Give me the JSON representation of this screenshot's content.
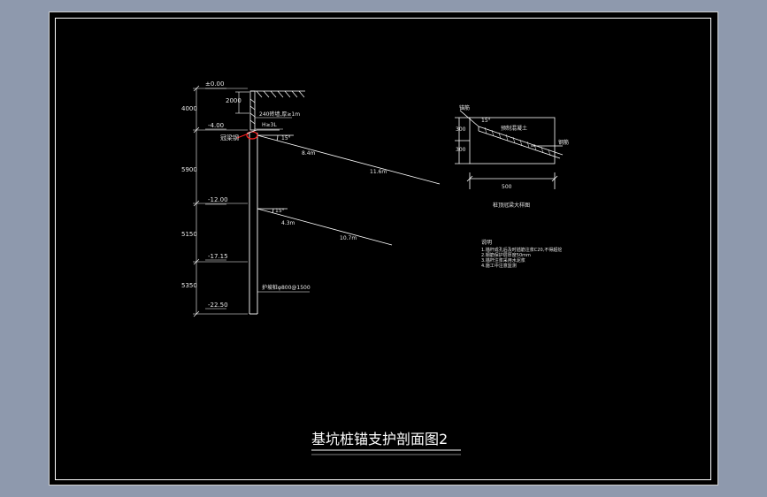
{
  "drawing": {
    "title": "基坑桩锚支护剖面图2",
    "elevations": [
      "±0.00",
      "-4.00",
      "-12.00",
      "-17.15",
      "-22.50"
    ],
    "depth_dims": [
      "4000",
      "5900",
      "5150",
      "5350"
    ],
    "top_dim": "2000",
    "wall_note_1": "240砖墙,厚≥1m",
    "wall_note_2": "H≥3L",
    "beam_label": "冠梁钢",
    "anchor_1": {
      "angle": "15°",
      "free_len": "8.4m",
      "total_len": "11.6m"
    },
    "anchor_2": {
      "angle": "15°",
      "free_len": "4.3m",
      "total_len": "10.7m"
    },
    "pile_label": "护坡桩φ800@1500",
    "detail": {
      "label_top": "锚筋",
      "label_right": "钢筋",
      "label_mid": "预制混凝土",
      "angle": "15°",
      "dim_1": "300",
      "dim_2": "300",
      "bottom_dim": "500",
      "caption": "桩顶冠梁大样图"
    },
    "notes_title": "说明",
    "notes": [
      "1.锚杆成孔后及时插筋注浆C20,不得超挖",
      "2.钢筋保护层厚度50mm",
      "3.锚杆注浆采用水泥浆",
      "4.施工中注意监测"
    ]
  },
  "colors": {
    "outer_bg": "#8e99ad",
    "canvas": "#000000",
    "lines": "#ffffff",
    "highlight": "#ff2020"
  }
}
